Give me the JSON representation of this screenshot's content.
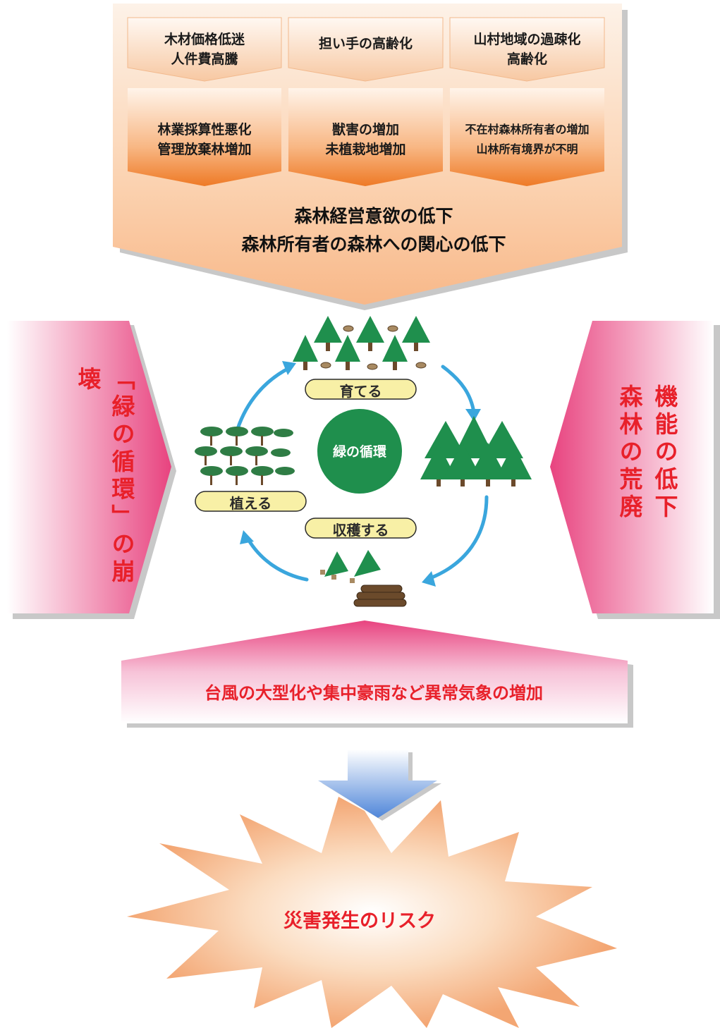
{
  "causes": {
    "row1": [
      "木材価格低迷\n人件費高騰",
      "担い手の高齢化",
      "山村地域の過疎化\n高齢化"
    ],
    "row2": [
      "林業採算性悪化\n管理放棄林増加",
      "獣害の増加\n未植栽地増加",
      "不在村森林所有者の増加\n山林所有境界が不明"
    ]
  },
  "summary": {
    "line1": "森林経営意欲の低下",
    "line2": "森林所有者の森林への関心の低下"
  },
  "left_side": {
    "text": "「緑の循環」の崩壊"
  },
  "right_side": {
    "col1": "機能の低下",
    "col2": "森林の荒廃"
  },
  "cycle": {
    "center": "緑の循環",
    "stages": [
      "育てる",
      "植える",
      "収穫する"
    ]
  },
  "bottom_banner": {
    "text": "台風の大型化や集中豪雨など異常気象の増加"
  },
  "risk": {
    "text": "災害発生のリスク"
  },
  "colors": {
    "orange_light": "#fdebdc",
    "orange_dark": "#f07d2a",
    "pink": "#e8437f",
    "red_text": "#e8202a",
    "green": "#1f8f4d",
    "blue_arrow": "#3aa6dd"
  }
}
